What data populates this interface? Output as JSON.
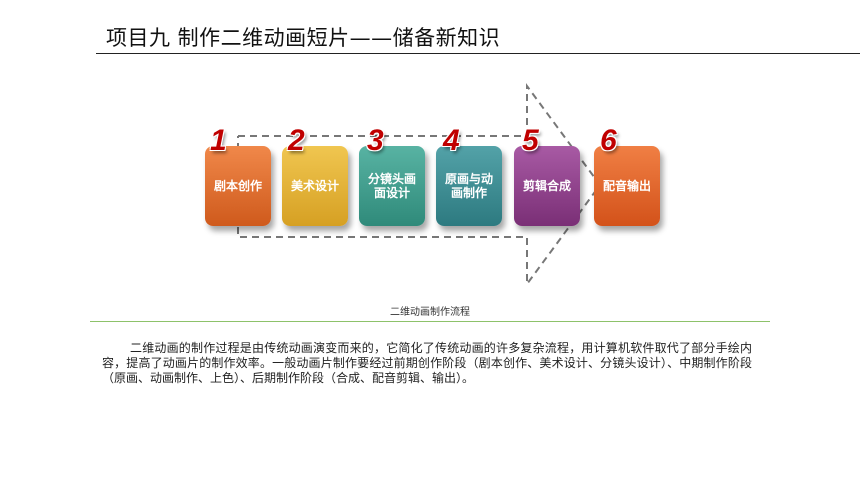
{
  "header": {
    "title": "项目九 制作二维动画短片——储备新知识"
  },
  "diagram": {
    "steps": [
      {
        "number": "1",
        "label": "剧本创作",
        "color": "#e06a2a"
      },
      {
        "number": "2",
        "label": "美术设计",
        "color": "#e3b233"
      },
      {
        "number": "3",
        "label": "分镜头画面设计",
        "color": "#3e9d8c"
      },
      {
        "number": "4",
        "label": "原画与动画制作",
        "color": "#3b8c92"
      },
      {
        "number": "5",
        "label": "剪辑合成",
        "color": "#8e3f8a"
      },
      {
        "number": "6",
        "label": "配音输出",
        "color": "#e26226"
      }
    ],
    "caption": "二维动画制作流程"
  },
  "body": {
    "paragraph": "二维动画的制作过程是由传统动画演变而来的，它简化了传统动画的许多复杂流程，用计算机软件取代了部分手绘内容，提高了动画片的制作效率。一般动画片制作要经过前期创作阶段（剧本创作、美术设计、分镜头设计）、中期制作阶段（原画、动画制作、上色）、后期制作阶段（合成、配音剪辑、输出）。"
  }
}
